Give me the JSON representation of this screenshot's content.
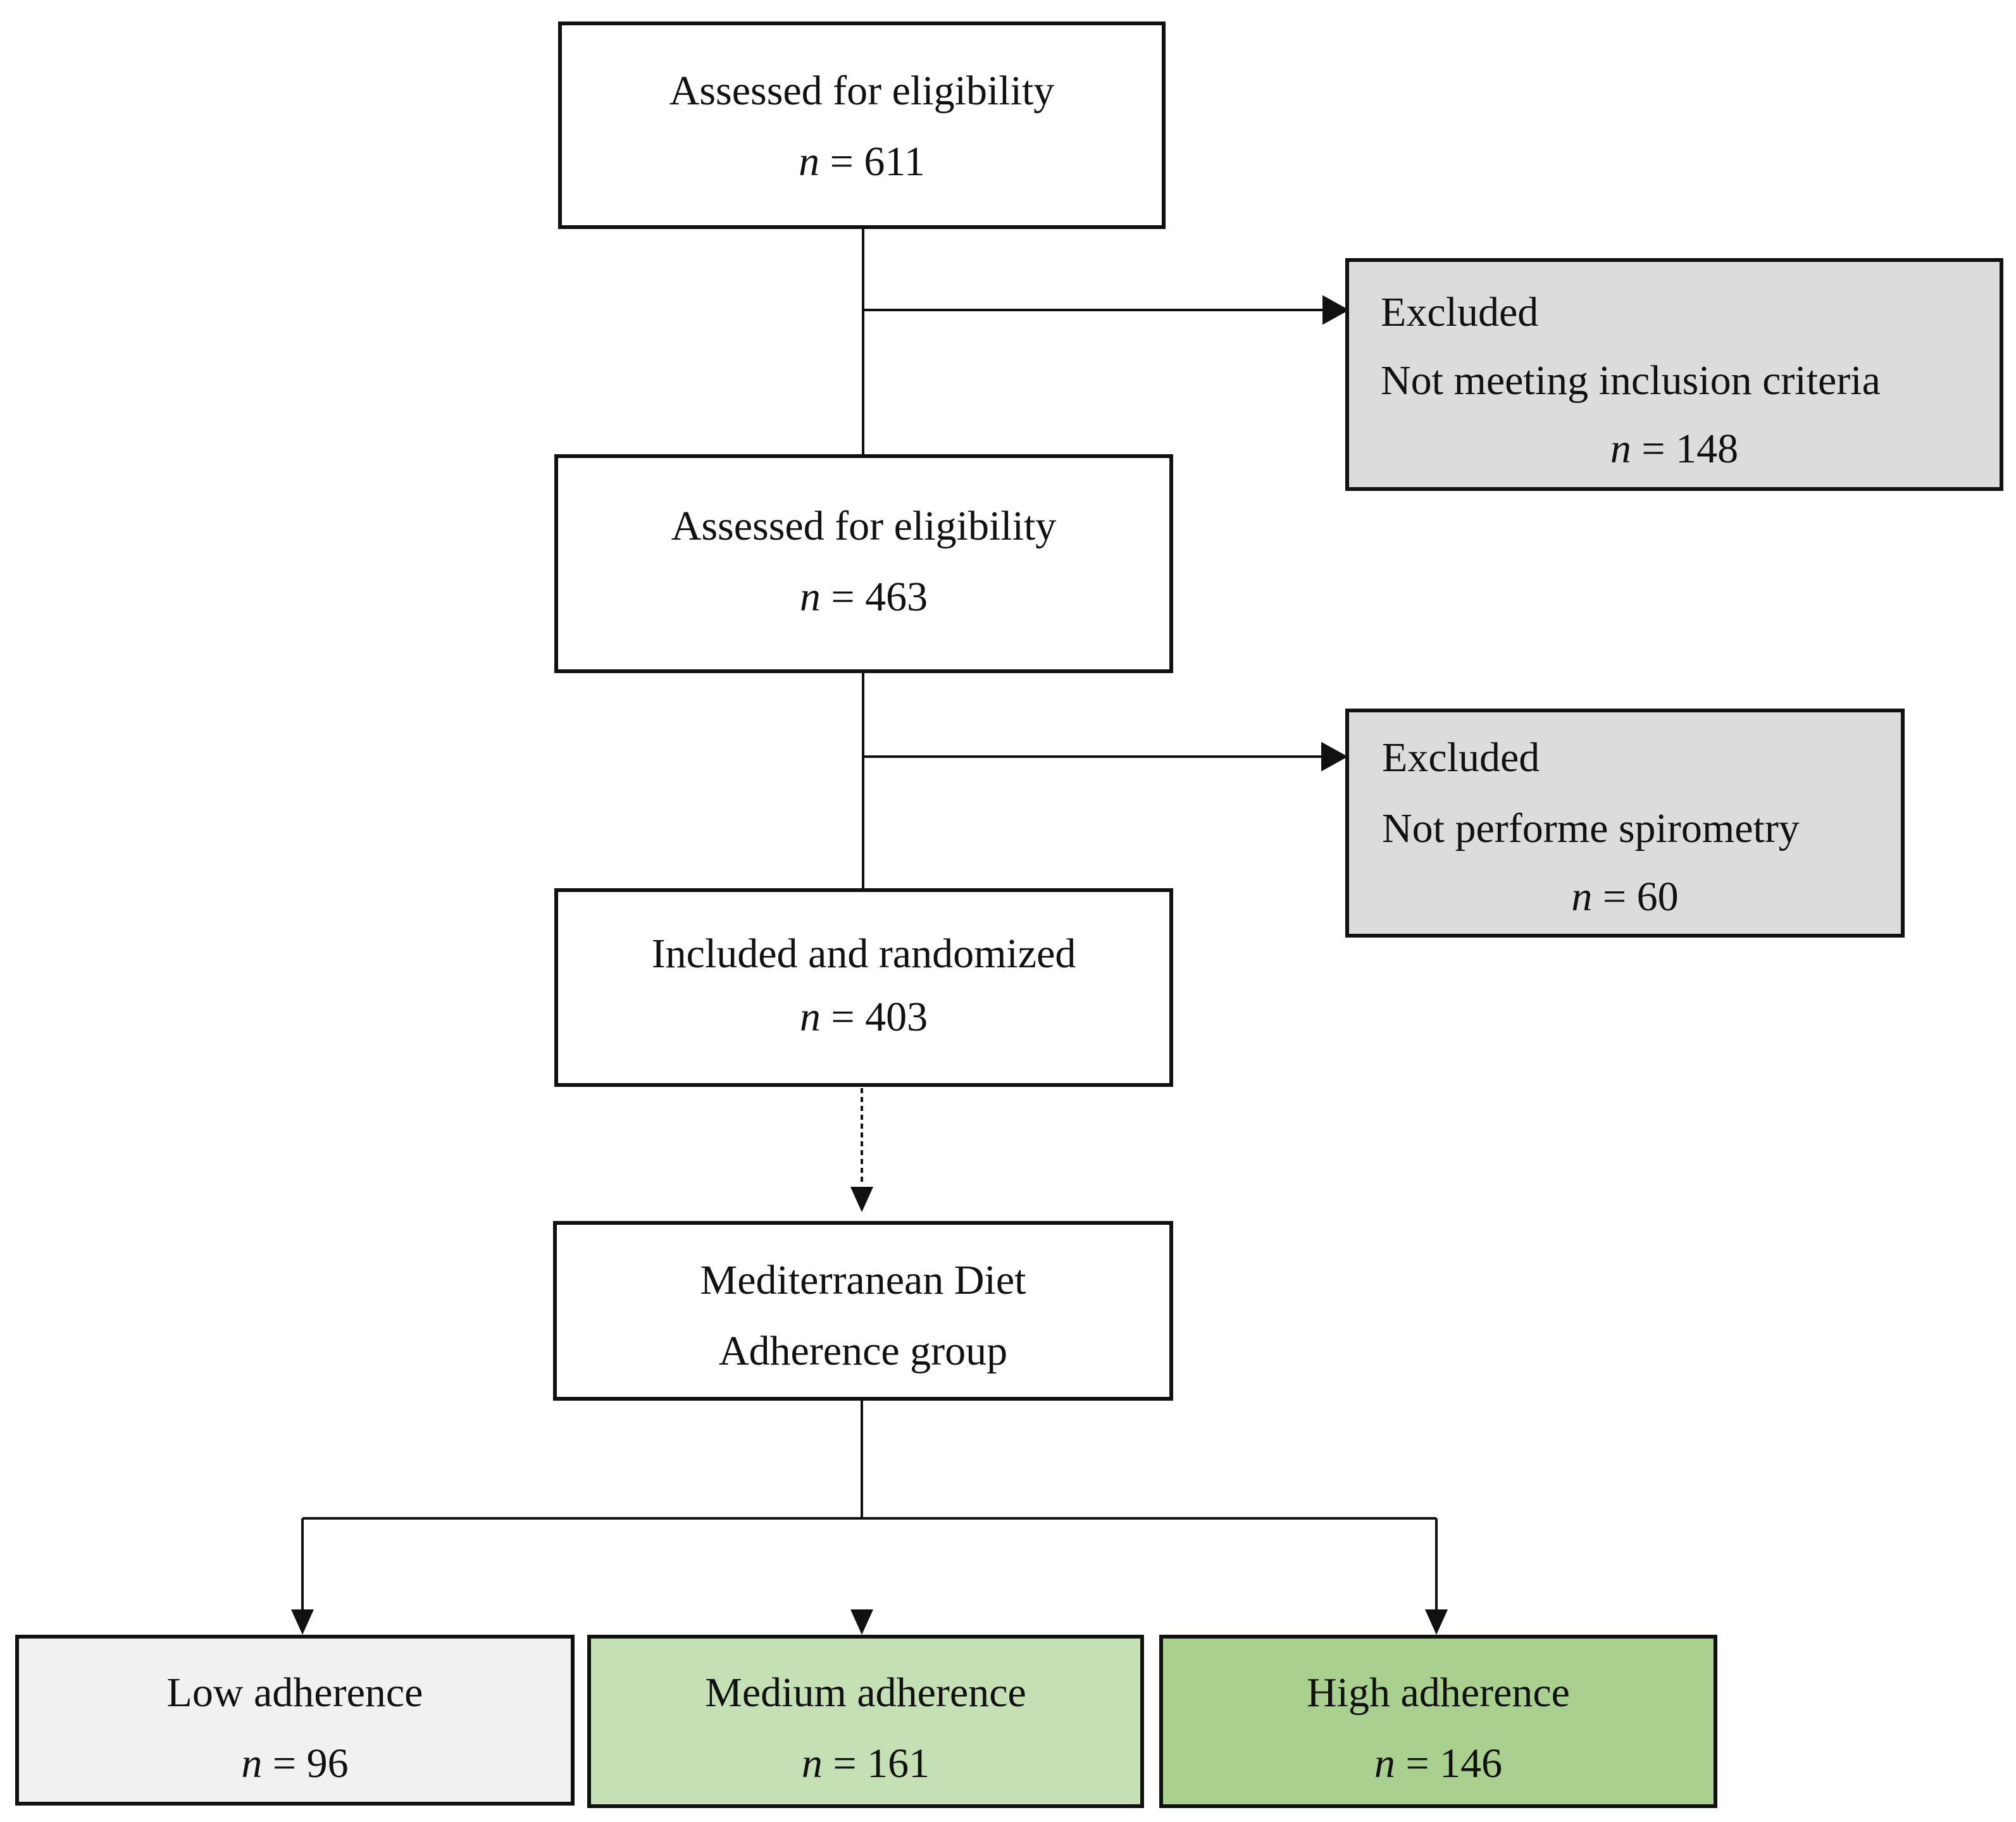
{
  "flowchart": {
    "assessed_1": {
      "title": "Assessed for eligibility",
      "n_symbol": "n",
      "n_value": "= 611"
    },
    "excluded_1": {
      "title": "Excluded",
      "reason": "Not meeting inclusion criteria",
      "n_symbol": "n",
      "n_value": "= 148"
    },
    "assessed_2": {
      "title": "Assessed for eligibility",
      "n_symbol": "n",
      "n_value": "= 463"
    },
    "excluded_2": {
      "title": "Excluded",
      "reason": "Not performe spirometry",
      "n_symbol": "n",
      "n_value": "= 60"
    },
    "included": {
      "title": "Included and  randomized",
      "n_symbol": "n",
      "n_value": "= 403"
    },
    "med_diet": {
      "line1": "Mediterranean Diet",
      "line2": "Adherence group"
    },
    "low": {
      "title": "Low adherence",
      "n_symbol": "n",
      "n_value": "= 96"
    },
    "medium": {
      "title": "Medium adherence",
      "n_symbol": "n",
      "n_value": "= 161"
    },
    "high": {
      "title": "High adherence",
      "n_symbol": "n",
      "n_value": "= 146"
    }
  },
  "colors": {
    "excluded_fill": "#dcdcdc",
    "low_fill": "#f1f1f1",
    "medium_fill": "#c5e0b5",
    "high_fill": "#a9d08e"
  }
}
